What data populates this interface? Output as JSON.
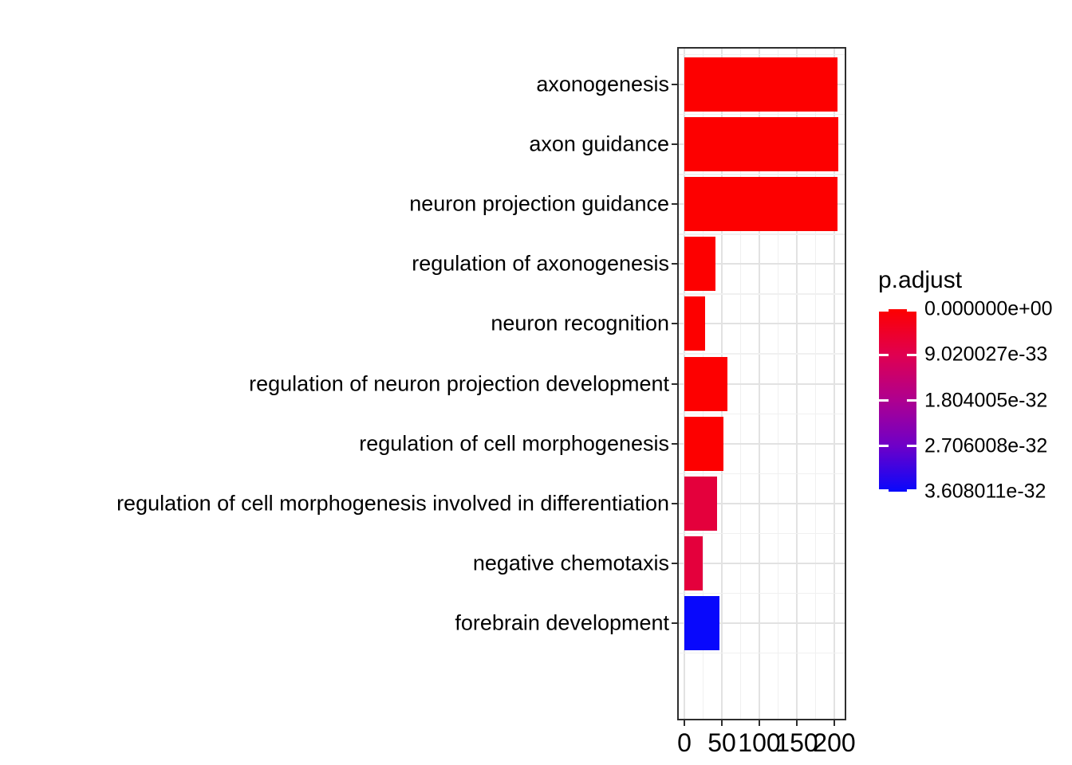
{
  "chart_data": {
    "type": "bar",
    "orientation": "horizontal",
    "title": "",
    "xlabel": "",
    "ylabel": "",
    "categories": [
      "axonogenesis",
      "axon guidance",
      "neuron projection guidance",
      "regulation of axonogenesis",
      "neuron recognition",
      "regulation of neuron projection development",
      "regulation of cell morphogenesis",
      "regulation of cell morphogenesis involved in differentiation",
      "negative chemotaxis",
      "forebrain development"
    ],
    "values": [
      204,
      205,
      204,
      41,
      28,
      57,
      52,
      44,
      24,
      47
    ],
    "bar_colors": [
      "#FD0000",
      "#FD0000",
      "#FD0000",
      "#FD0000",
      "#FD0000",
      "#FD0000",
      "#FD0000",
      "#E4003C",
      "#E4003C",
      "#0808FC"
    ],
    "x_ticks": [
      0,
      50,
      100,
      150,
      200
    ],
    "x_tick_labels": [
      "0",
      "50",
      "100",
      "150",
      "200"
    ],
    "x_minor_ticks": [
      25,
      75,
      125,
      175
    ],
    "xlim": [
      0,
      213
    ],
    "grid": true,
    "panel_style": {
      "background": "#FFFFFF",
      "border": "#2E2E2E",
      "grid_major": "#E2E2E2",
      "grid_minor": "#F0F0F0"
    },
    "legend": {
      "title": "p.adjust",
      "position": "right",
      "tick_labels": [
        "0.000000e+00",
        "9.020027e-33",
        "1.804005e-32",
        "2.706008e-32",
        "3.608011e-32"
      ],
      "gradient_stops": [
        "#FD0000",
        "#E00050",
        "#AE0090",
        "#6E00C8",
        "#0808FC"
      ],
      "gradient_top_value": "0.000000e+00",
      "gradient_bottom_value": "3.608011e-32"
    }
  }
}
